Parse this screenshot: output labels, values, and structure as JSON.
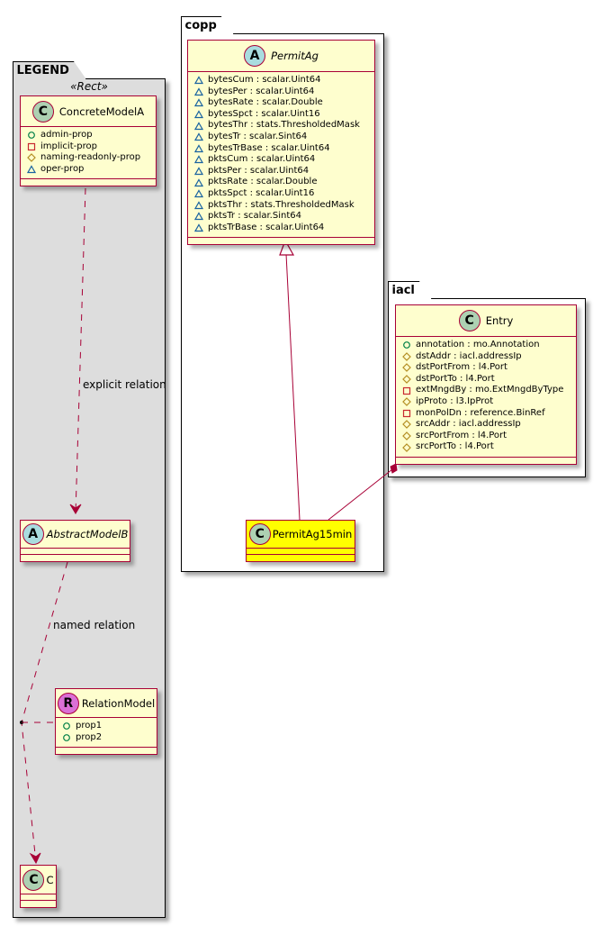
{
  "colors": {
    "class_fill": "#FEFECE",
    "class_border": "#A80036",
    "highlight_fill": "#FFFF00",
    "legend_fill": "#DDDDDD",
    "badge_class": "#ADD1B2",
    "badge_abstract": "#A9DCDF",
    "badge_relation": "#DA70D6",
    "vis_public": "#038048",
    "vis_private": "#C82930",
    "vis_protected": "#B38D22",
    "vis_package": "#1963A0"
  },
  "packages": {
    "legend": {
      "name": "LEGEND",
      "stereotype": "«Rect»"
    },
    "copp": {
      "name": "copp"
    },
    "iacl": {
      "name": "iacl"
    }
  },
  "legend": {
    "concrete": {
      "badge": "C",
      "name": "ConcreteModelA",
      "fields": [
        {
          "vis": "public",
          "text": "admin-prop"
        },
        {
          "vis": "private",
          "text": "implicit-prop"
        },
        {
          "vis": "protected",
          "text": "naming-readonly-prop"
        },
        {
          "vis": "package",
          "text": "oper-prop"
        }
      ]
    },
    "abstract": {
      "badge": "A",
      "name": "AbstractModelB"
    },
    "relation": {
      "badge": "R",
      "name": "RelationModel",
      "fields": [
        {
          "vis": "public",
          "text": "prop1"
        },
        {
          "vis": "public",
          "text": "prop2"
        }
      ]
    },
    "c": {
      "badge": "C",
      "name": "C"
    },
    "explicit_relation_label": "explicit relation",
    "named_relation_label": "named relation"
  },
  "permitag": {
    "badge": "A",
    "name": "PermitAg",
    "fields": [
      {
        "vis": "package",
        "text": "bytesCum : scalar.Uint64"
      },
      {
        "vis": "package",
        "text": "bytesPer : scalar.Uint64"
      },
      {
        "vis": "package",
        "text": "bytesRate : scalar.Double"
      },
      {
        "vis": "package",
        "text": "bytesSpct : scalar.Uint16"
      },
      {
        "vis": "package",
        "text": "bytesThr : stats.ThresholdedMask"
      },
      {
        "vis": "package",
        "text": "bytesTr : scalar.Sint64"
      },
      {
        "vis": "package",
        "text": "bytesTrBase : scalar.Uint64"
      },
      {
        "vis": "package",
        "text": "pktsCum : scalar.Uint64"
      },
      {
        "vis": "package",
        "text": "pktsPer : scalar.Uint64"
      },
      {
        "vis": "package",
        "text": "pktsRate : scalar.Double"
      },
      {
        "vis": "package",
        "text": "pktsSpct : scalar.Uint16"
      },
      {
        "vis": "package",
        "text": "pktsThr : stats.ThresholdedMask"
      },
      {
        "vis": "package",
        "text": "pktsTr : scalar.Sint64"
      },
      {
        "vis": "package",
        "text": "pktsTrBase : scalar.Uint64"
      }
    ]
  },
  "permitag15min": {
    "badge": "C",
    "name": "PermitAg15min"
  },
  "entry": {
    "badge": "C",
    "name": "Entry",
    "fields": [
      {
        "vis": "public",
        "text": "annotation : mo.Annotation"
      },
      {
        "vis": "protected",
        "text": "dstAddr : iacl.addressIp"
      },
      {
        "vis": "protected",
        "text": "dstPortFrom : l4.Port"
      },
      {
        "vis": "protected",
        "text": "dstPortTo : l4.Port"
      },
      {
        "vis": "private",
        "text": "extMngdBy : mo.ExtMngdByType"
      },
      {
        "vis": "protected",
        "text": "ipProto : l3.IpProt"
      },
      {
        "vis": "private",
        "text": "monPolDn : reference.BinRef"
      },
      {
        "vis": "protected",
        "text": "srcAddr : iacl.addressIp"
      },
      {
        "vis": "protected",
        "text": "srcPortFrom : l4.Port"
      },
      {
        "vis": "protected",
        "text": "srcPortTo : l4.Port"
      }
    ]
  }
}
